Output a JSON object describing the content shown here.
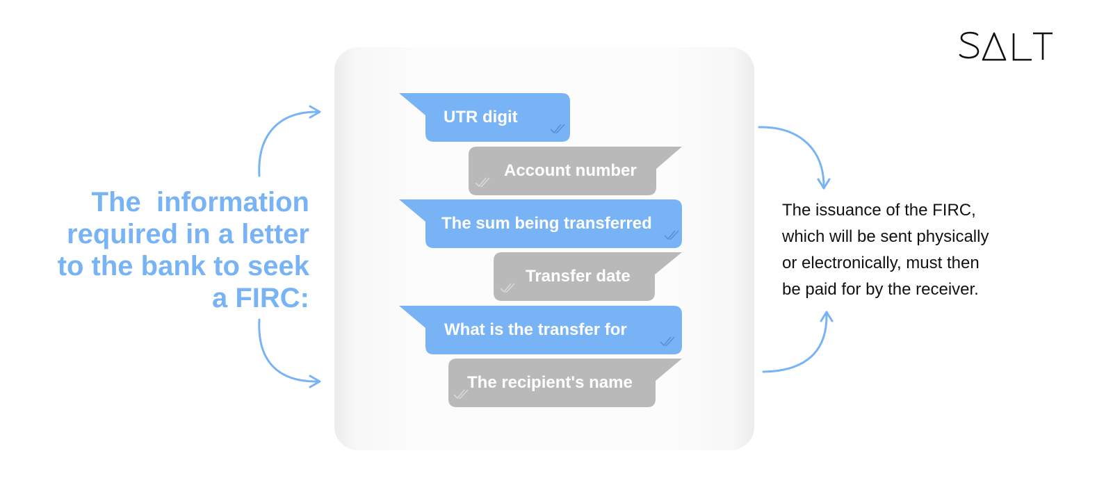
{
  "logo": {
    "text": "SALT"
  },
  "left_title": {
    "lines": [
      "The  information",
      "required in a letter",
      "to the bank to seek",
      "a FIRC:"
    ]
  },
  "bubbles": [
    {
      "label": "UTR digit",
      "kind": "sent"
    },
    {
      "label": "Account number",
      "kind": "received"
    },
    {
      "label": "The sum being transferred",
      "kind": "sent"
    },
    {
      "label": "Transfer date",
      "kind": "received"
    },
    {
      "label": "What is the transfer for",
      "kind": "sent"
    },
    {
      "label": "The recipient's name",
      "kind": "received"
    }
  ],
  "right_text": {
    "lines": [
      "The issuance of the FIRC,",
      "which will be sent physically",
      "or electronically, must then",
      "be paid for by the receiver."
    ]
  },
  "colors": {
    "accent_blue": "#78b3f6",
    "bubble_gray": "#b9b9b9",
    "check_on_blue": "#5a8fd6",
    "check_on_gray": "#d9d9d9",
    "text_dark": "#111111"
  }
}
